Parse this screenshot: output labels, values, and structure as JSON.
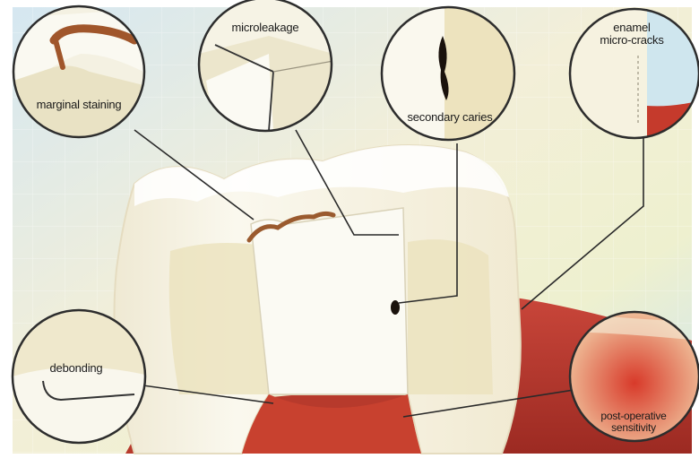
{
  "labels": {
    "marginal_staining": "marginal staining",
    "microleakage": "microleakage",
    "secondary_caries": "secondary caries",
    "enamel_line1": "enamel",
    "enamel_line2": "micro-cracks",
    "debonding": "debonding",
    "post_line1": "post-operative",
    "post_line2": "sensitivity"
  },
  "colors": {
    "background_sky": "#cfe3ef",
    "background_cream": "#f4eed2",
    "tooth": "#f7f4e8",
    "dentin": "#ece3bf",
    "restoration": "#fbfaf3",
    "gum": "#b8322a",
    "stain": "#9a5a2e",
    "caries": "#1a120c",
    "callout_border": "#2d2d2d"
  }
}
